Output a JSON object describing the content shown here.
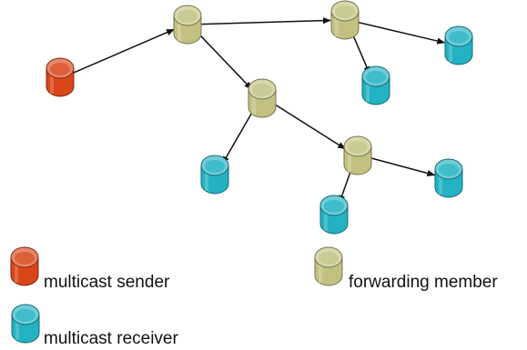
{
  "colors": {
    "sender": "#d8461a",
    "forwarder": "#c3c182",
    "receiver": "#22b2c2",
    "edge": "#111111"
  },
  "legend": {
    "sender_label": "multicast sender",
    "forwarder_label": "forwarding member",
    "receiver_label": "multicast receiver"
  },
  "nodes": [
    {
      "id": "s",
      "role": "sender",
      "icon": "cylinder-node-icon"
    },
    {
      "id": "f1",
      "role": "forwarder",
      "icon": "cylinder-node-icon"
    },
    {
      "id": "f2",
      "role": "forwarder",
      "icon": "cylinder-node-icon"
    },
    {
      "id": "f3",
      "role": "forwarder",
      "icon": "cylinder-node-icon"
    },
    {
      "id": "f4",
      "role": "forwarder",
      "icon": "cylinder-node-icon"
    },
    {
      "id": "r1",
      "role": "receiver",
      "icon": "cylinder-node-icon"
    },
    {
      "id": "r2",
      "role": "receiver",
      "icon": "cylinder-node-icon"
    },
    {
      "id": "r3",
      "role": "receiver",
      "icon": "cylinder-node-icon"
    },
    {
      "id": "r4",
      "role": "receiver",
      "icon": "cylinder-node-icon"
    },
    {
      "id": "r5",
      "role": "receiver",
      "icon": "cylinder-node-icon"
    }
  ],
  "edges": [
    {
      "from": "s",
      "to": "f1"
    },
    {
      "from": "f1",
      "to": "f2"
    },
    {
      "from": "f1",
      "to": "f3"
    },
    {
      "from": "f2",
      "to": "r1"
    },
    {
      "from": "f2",
      "to": "r2"
    },
    {
      "from": "f3",
      "to": "r3"
    },
    {
      "from": "f3",
      "to": "f4"
    },
    {
      "from": "f4",
      "to": "r4"
    },
    {
      "from": "f4",
      "to": "r5"
    }
  ]
}
